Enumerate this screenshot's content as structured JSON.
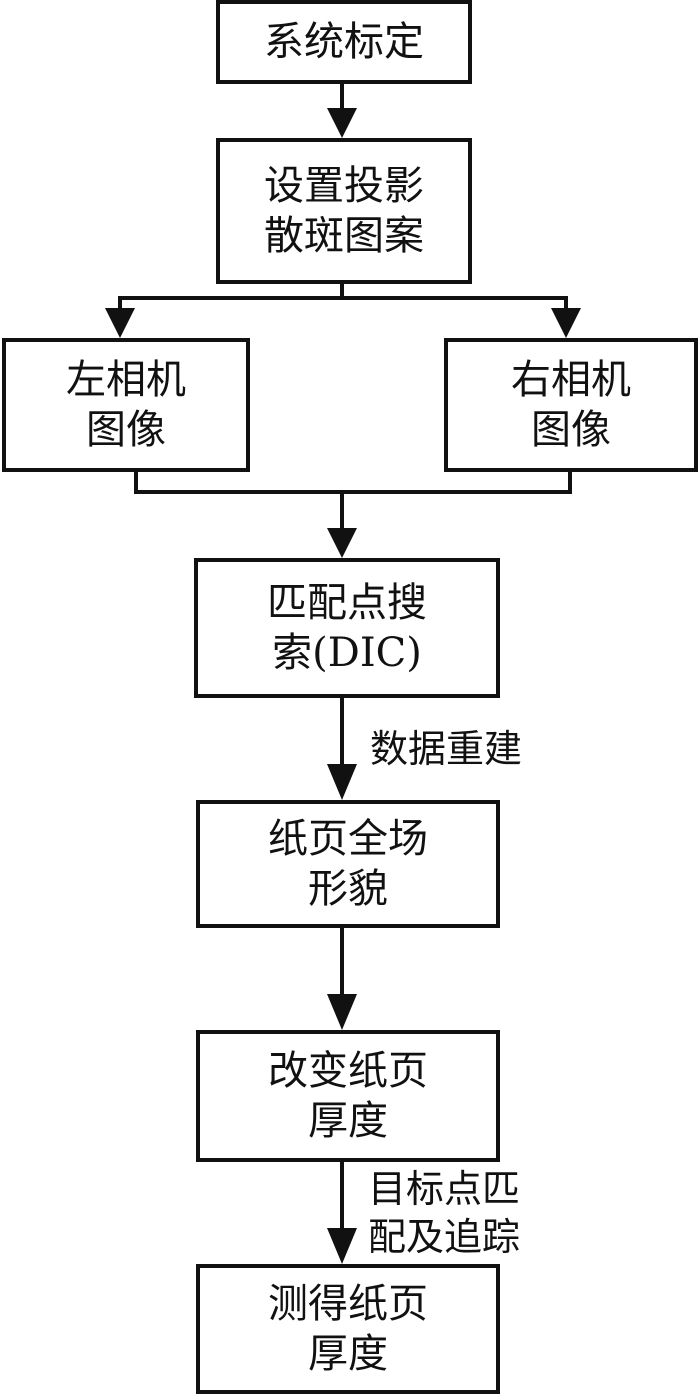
{
  "nodes": {
    "calibration": {
      "lines": [
        "系统标定"
      ]
    },
    "projection": {
      "lines": [
        "设置投影",
        "散斑图案"
      ]
    },
    "left_camera": {
      "lines": [
        "左相机",
        "图像"
      ]
    },
    "right_camera": {
      "lines": [
        "右相机",
        "图像"
      ]
    },
    "matching": {
      "lines": [
        "匹配点搜",
        "索(DIC)"
      ]
    },
    "topography": {
      "lines": [
        "纸页全场",
        "形貌"
      ]
    },
    "change_thickness": {
      "lines": [
        "改变纸页",
        "厚度"
      ]
    },
    "measure_thickness": {
      "lines": [
        "测得纸页",
        "厚度"
      ]
    }
  },
  "edges": {
    "reconstruction": {
      "lines": [
        "数据重建"
      ]
    },
    "tracking": {
      "lines": [
        "目标点匹",
        "配及追踪"
      ]
    }
  },
  "colors": {
    "stroke": "#111111",
    "background": "#ffffff"
  }
}
